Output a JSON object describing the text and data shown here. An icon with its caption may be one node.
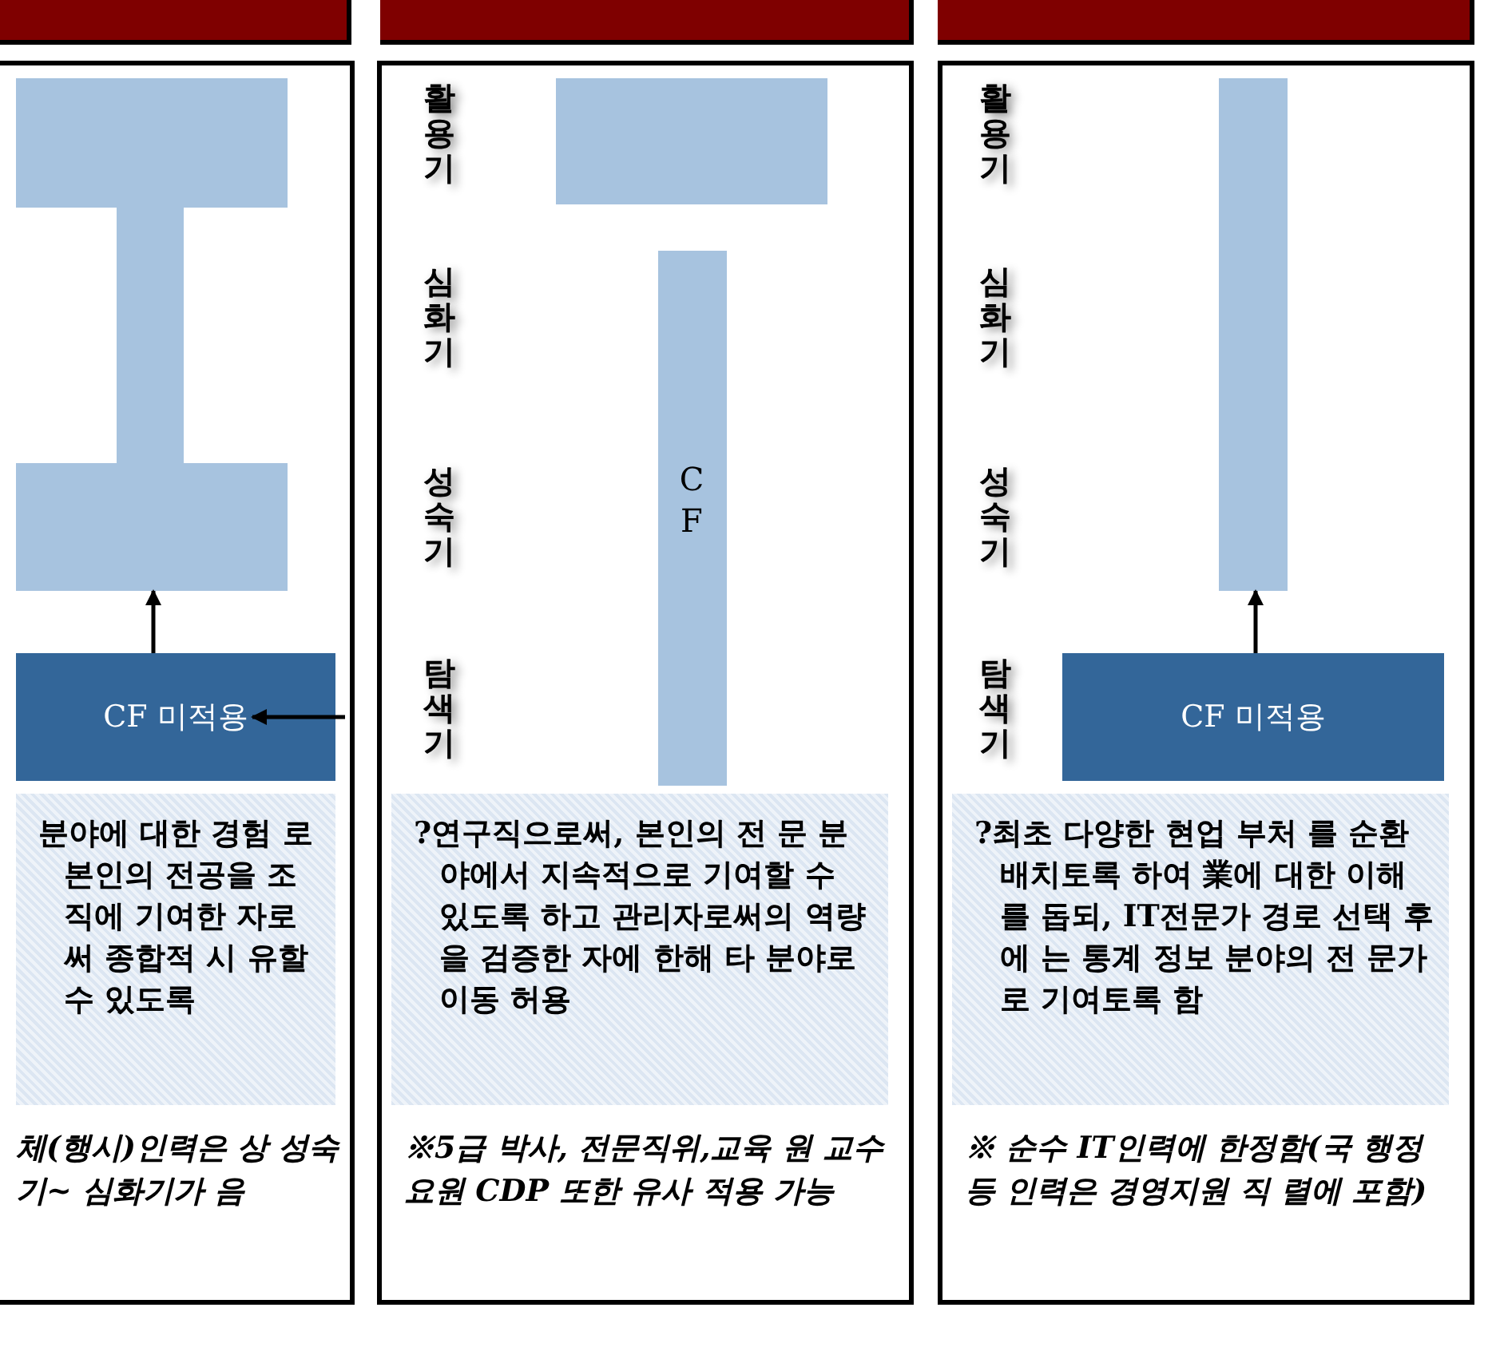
{
  "diagram": {
    "nodes": [
      {
        "text": [],
        "shape": "box"
      },
      {
        "text": [],
        "shape": "box",
        "in": 0
      },
      {
        "text": [
          "CF 미적용"
        ],
        "in": 0
      },
      {
        "text": [
          "분야에 대한 경험 로 본인의 전공을 조직에 기여한 자로써 종합적 시 유할 수 있도록"
        ],
        "in": 0
      },
      {
        "text": [],
        "shape": "box"
      },
      {
        "text": [],
        "shape": "box",
        "in": 4
      },
      {
        "text": [
          "CF"
        ],
        "in": 4
      },
      {
        "text": [
          "?연구직으로써, 본인의 전 문 분야에서 지속적으로 기여할 수 있도록 하고 관리자로써의 역량 을 검증한 자에 한해 타 분야로 이동 허용"
        ],
        "in": 4
      },
      {
        "text": [],
        "shape": "box"
      },
      {
        "text": [],
        "shape": "box",
        "in": 8
      },
      {
        "text": [
          "CF 미적용"
        ],
        "in": 8
      },
      {
        "text": [
          "?최초 다양한 현업 부처 를 순환 배치토록 하여 業에 대한 이해를 돕되, IT전문가 경로 선택 후에 는 통계 정보 분야의 전 문가로 기여토록 함"
        ],
        "in": 8
      }
    ],
    "edges": [
      {
        "from": 2,
        "to": 1,
        "arrow": "to"
      },
      {
        "from": null,
        "to": 2,
        "arrow": "to"
      },
      {
        "from": 10,
        "to": 9,
        "arrow": "to"
      }
    ],
    "labels": [
      "체(행시)인력은 상 성숙기~ 심화기가 음",
      "활용기",
      "심화기",
      "성숙기",
      "탐색기",
      "※5급 박사, 전문직위,교육 원 교수 요원 CDP 또한 유사 적용 가능",
      "활용기",
      "심화기",
      "성숙기",
      "탐색기",
      "※ 순수 IT인력에 한정함(국 행정 등 인력은 경영지원 직 렬에 포함)"
    ]
  }
}
